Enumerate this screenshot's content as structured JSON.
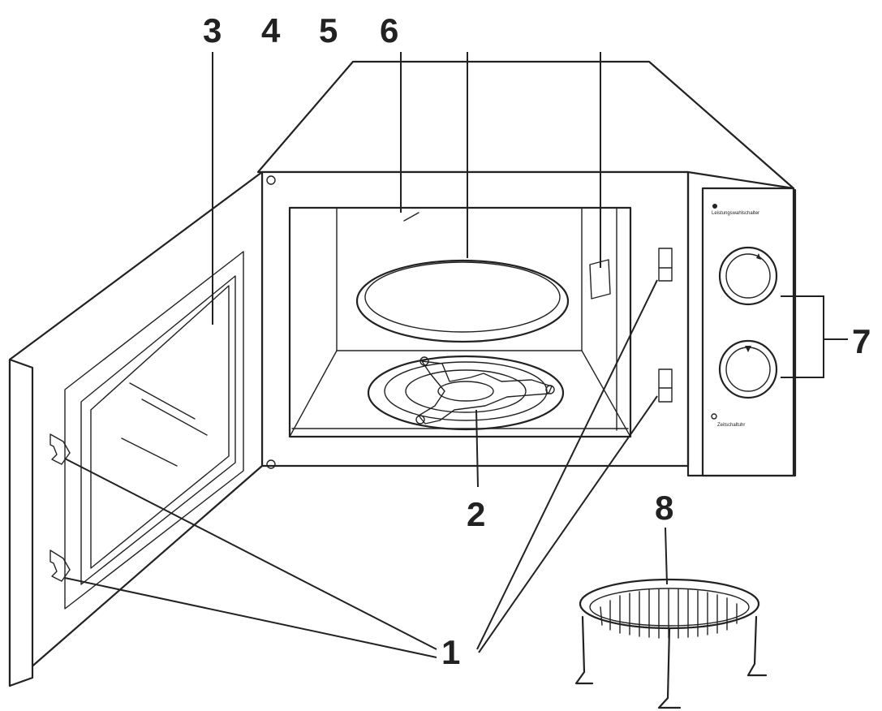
{
  "callouts": {
    "c1": "1",
    "c2": "2",
    "c3": "3",
    "c4": "4",
    "c5": "5",
    "c6": "6",
    "c7": "7",
    "c8": "8"
  },
  "control_panel": {
    "power_label": "Leistungswahlschalter",
    "timer_label": "Zeitschaltuhr"
  },
  "colors": {
    "line": "#222222",
    "background": "#ffffff"
  }
}
